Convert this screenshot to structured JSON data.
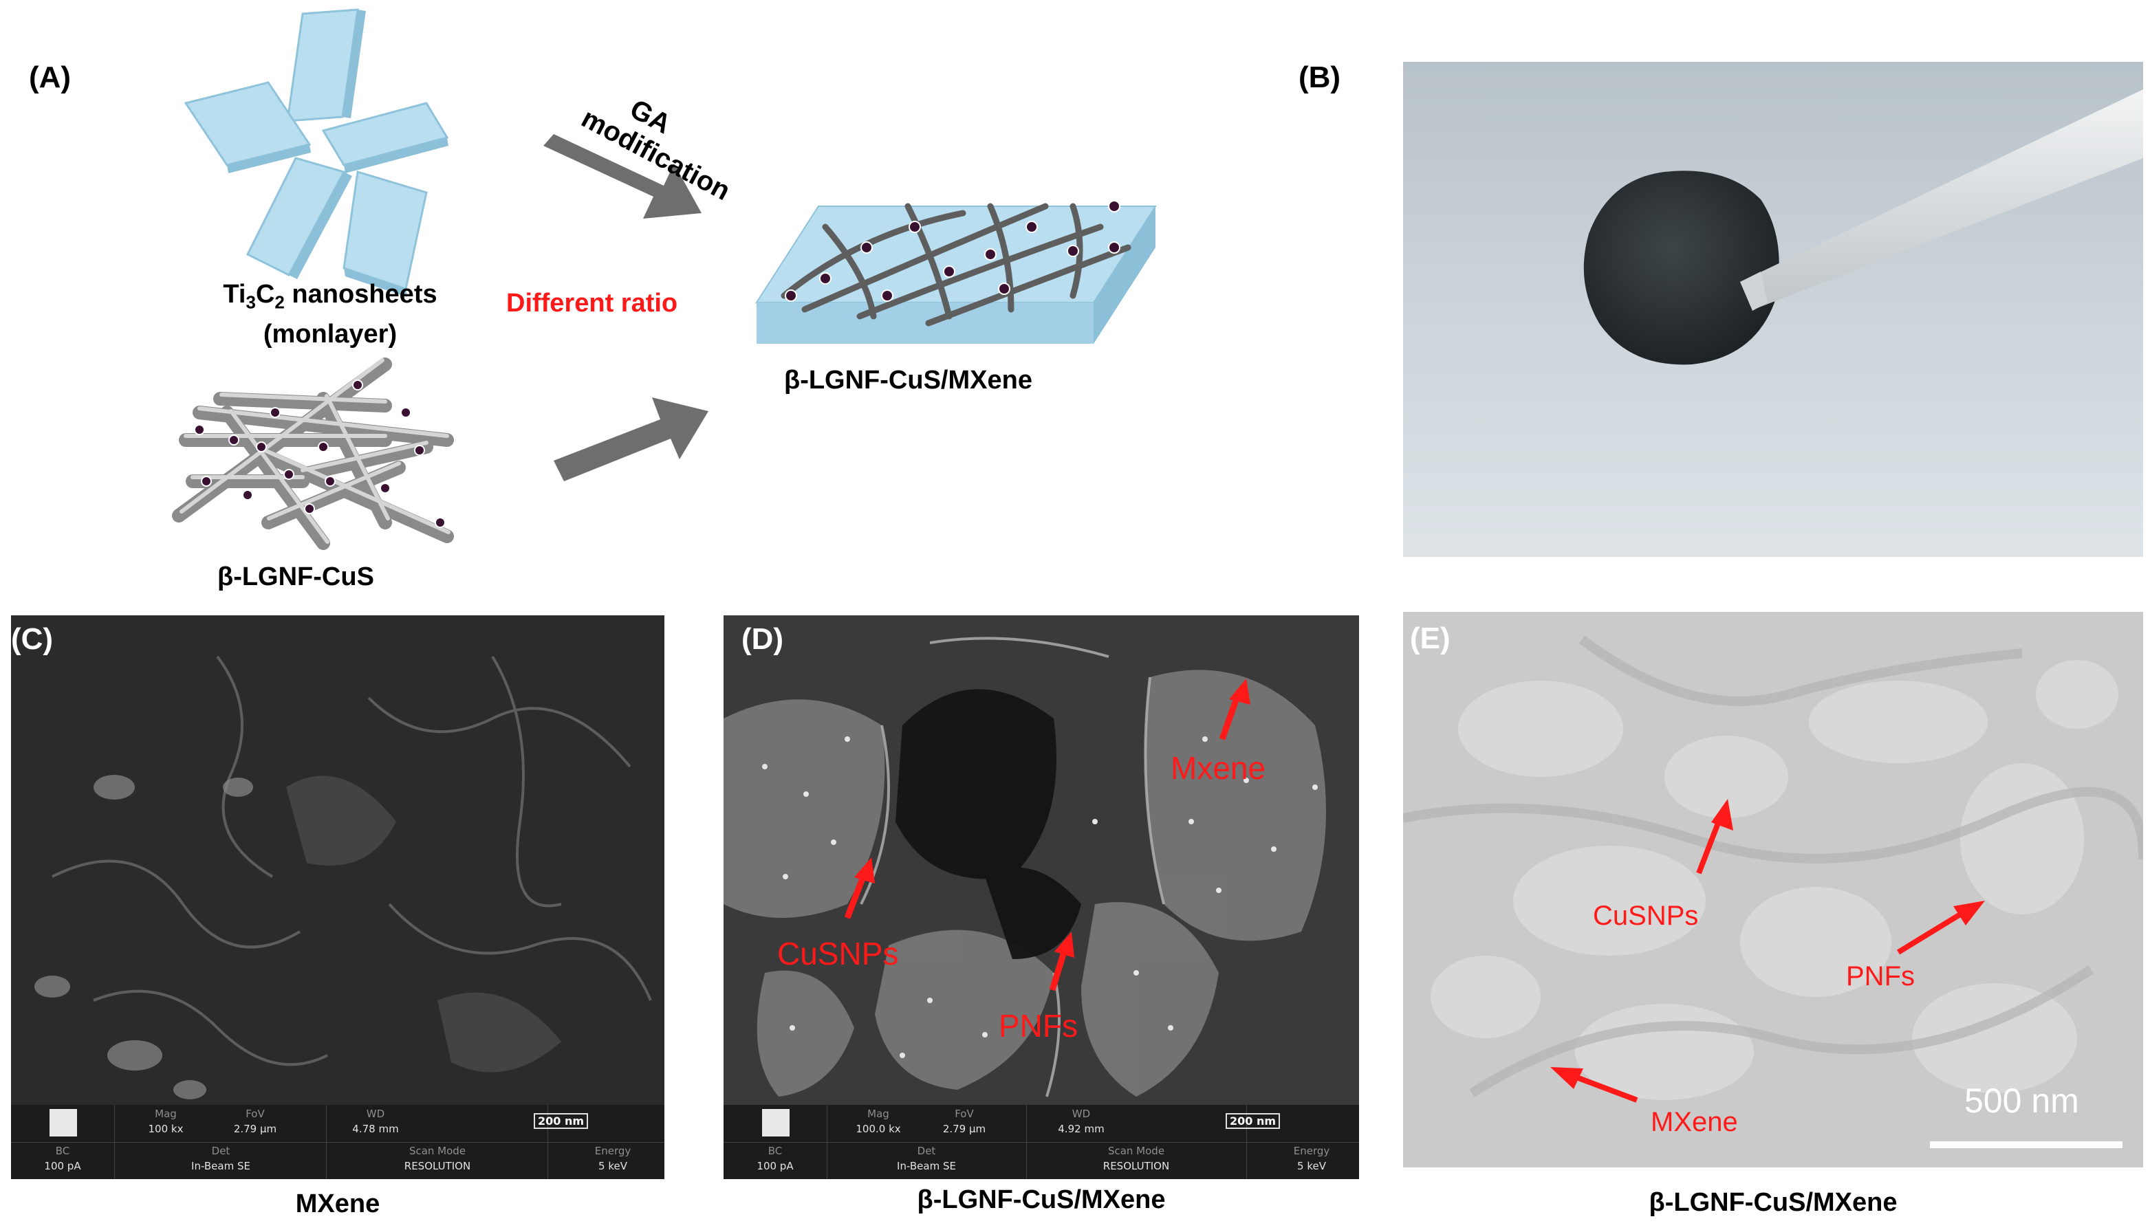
{
  "panel_labels": {
    "a": "(A)",
    "b": "(B)",
    "c": "(C)",
    "d": "(D)",
    "e": "(E)"
  },
  "schematic": {
    "ti3c2_line1_prefix": "Ti",
    "ti3c2_sub1": "3",
    "ti3c2_mid": "C",
    "ti3c2_sub2": "2",
    "ti3c2_rest": " nanosheets",
    "ti3c2_line2": "(monlayer)",
    "ga_line1": "GA",
    "ga_line2": "modification",
    "different_ratio": "Different ratio",
    "composite_label": "β-LGNF-CuS/MXene",
    "fiber_label": "β-LGNF-CuS"
  },
  "sem_c": {
    "caption": "MXene",
    "row1": [
      {
        "key": "Mag",
        "val": "100 kx"
      },
      {
        "key": "FoV",
        "val": "2.79 µm"
      },
      {
        "key": "WD",
        "val": "4.78 mm"
      }
    ],
    "scale": "200 nm",
    "row2": [
      {
        "key": "BC",
        "val": "100 pA"
      },
      {
        "key": "Det",
        "val": "In-Beam SE"
      },
      {
        "key": "Scan Mode",
        "val": "RESOLUTION"
      },
      {
        "key": "Energy",
        "val": "5 keV"
      }
    ]
  },
  "sem_d": {
    "caption": "β-LGNF-CuS/MXene",
    "annot_mxene": "Mxene",
    "annot_cusnps": "CuSNPs",
    "annot_pnfs": "PNFs",
    "row1": [
      {
        "key": "Mag",
        "val": "100.0 kx"
      },
      {
        "key": "FoV",
        "val": "2.79 µm"
      },
      {
        "key": "WD",
        "val": "4.92 mm"
      }
    ],
    "scale": "200 nm",
    "row2": [
      {
        "key": "BC",
        "val": "100 pA"
      },
      {
        "key": "Det",
        "val": "In-Beam SE"
      },
      {
        "key": "Scan Mode",
        "val": "RESOLUTION"
      },
      {
        "key": "Energy",
        "val": "5 keV"
      }
    ]
  },
  "tem_e": {
    "caption": "β-LGNF-CuS/MXene",
    "annot_cusnps": "CuSNPs",
    "annot_pnfs": "PNFs",
    "annot_mxene": "MXene",
    "scale": "500 nm"
  },
  "colors": {
    "annotation_red": "#ff1a1a",
    "sheet_blue": "#a9d6ec",
    "arrow_gray": "#6e6e6e"
  }
}
